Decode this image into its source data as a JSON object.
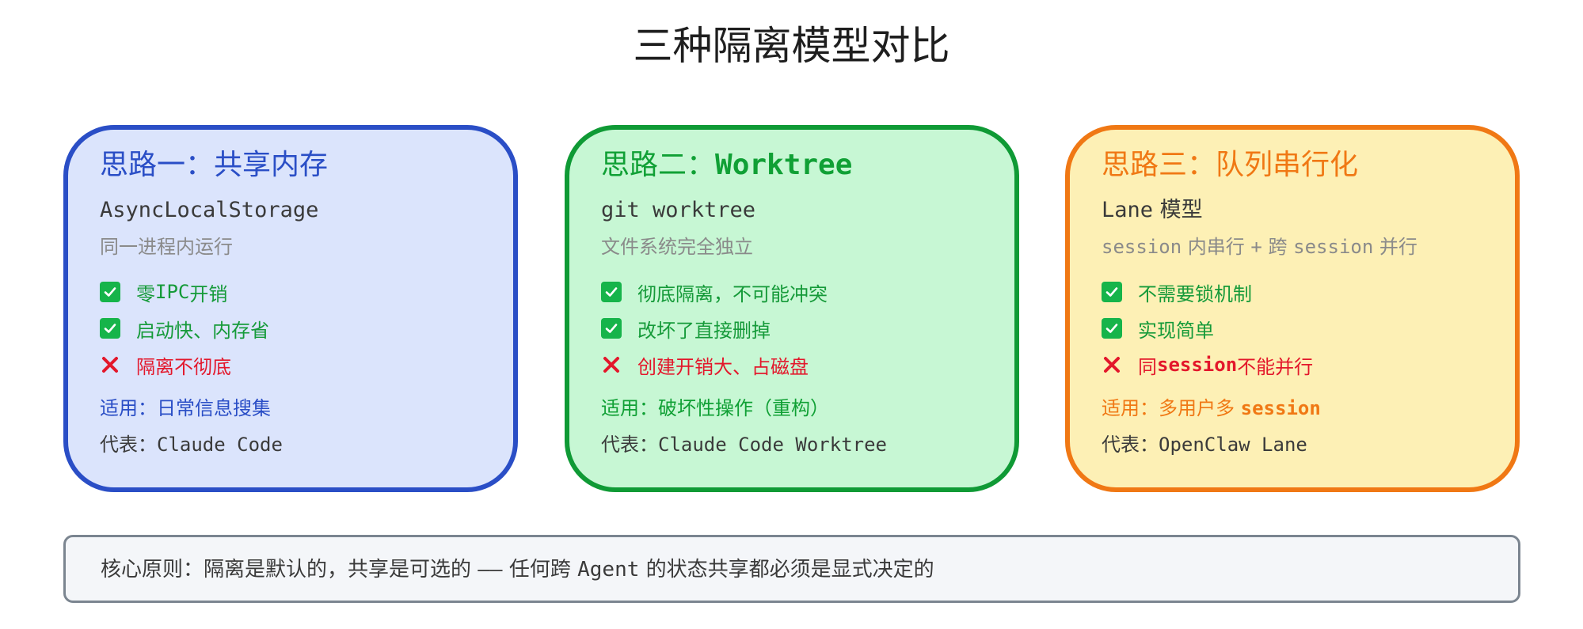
{
  "title": "三种隔离模型对比",
  "colors": {
    "blue_border": "#2a4ec6",
    "blue_fill": "#dbe4fc",
    "green_border": "#0f9a35",
    "green_fill": "#c7f7d4",
    "orange_border": "#f07814",
    "orange_fill": "#fdf0b5",
    "pro_text": "#159a39",
    "con_text": "#e3172b",
    "check_mark": "#16b44a"
  },
  "cards": [
    {
      "title_prefix": "思路一：",
      "title_main": "共享内存",
      "subtitle": "AsyncLocalStorage",
      "description": "同一进程内运行",
      "pros": [
        {
          "icon": "check-icon",
          "text_a": "零 ",
          "mono": "IPC",
          "text_b": " 开销"
        },
        {
          "icon": "check-icon",
          "text_a": "启动快、内存省",
          "mono": "",
          "text_b": ""
        }
      ],
      "con": {
        "icon": "cross-icon",
        "text": "隔离不彻底"
      },
      "apply_label": "适用：",
      "apply_value": "日常信息搜集",
      "rep_label": "代表：",
      "rep_value": "Claude Code"
    },
    {
      "title_prefix": "思路二：",
      "title_main": "Worktree",
      "subtitle": "git worktree",
      "description": "文件系统完全独立",
      "pros": [
        {
          "icon": "check-icon",
          "text_a": "彻底隔离，不可能冲突",
          "mono": "",
          "text_b": ""
        },
        {
          "icon": "check-icon",
          "text_a": "改坏了直接删掉",
          "mono": "",
          "text_b": ""
        }
      ],
      "con": {
        "icon": "cross-icon",
        "text": "创建开销大、占磁盘"
      },
      "apply_label": "适用：",
      "apply_value": "破坏性操作（重构）",
      "rep_label": "代表：",
      "rep_value": "Claude Code Worktree"
    },
    {
      "title_prefix": "思路三：",
      "title_main": "队列串行化",
      "subtitle_mono": "Lane",
      "subtitle_text": " 模型",
      "desc_parts": [
        "session",
        " 内串行 ",
        "+",
        " 跨 ",
        "session",
        " 并行"
      ],
      "pros": [
        {
          "icon": "check-icon",
          "text_a": "不需要锁机制",
          "mono": "",
          "text_b": ""
        },
        {
          "icon": "check-icon",
          "text_a": "实现简单",
          "mono": "",
          "text_b": ""
        }
      ],
      "con": {
        "icon": "cross-icon",
        "text_a": "同 ",
        "mono": "session",
        "text_b": " 不能并行"
      },
      "apply_label": "适用：",
      "apply_value_a": "多用户多 ",
      "apply_value_mono": "session",
      "rep_label": "代表：",
      "rep_value": "OpenClaw Lane"
    }
  ],
  "principle": {
    "text_a": "核心原则：隔离是默认的，共享是可选的 ",
    "mono_a": "——",
    "text_b": " 任何跨 ",
    "mono_b": "Agent",
    "text_c": " 的状态共享都必须是显式决定的"
  }
}
